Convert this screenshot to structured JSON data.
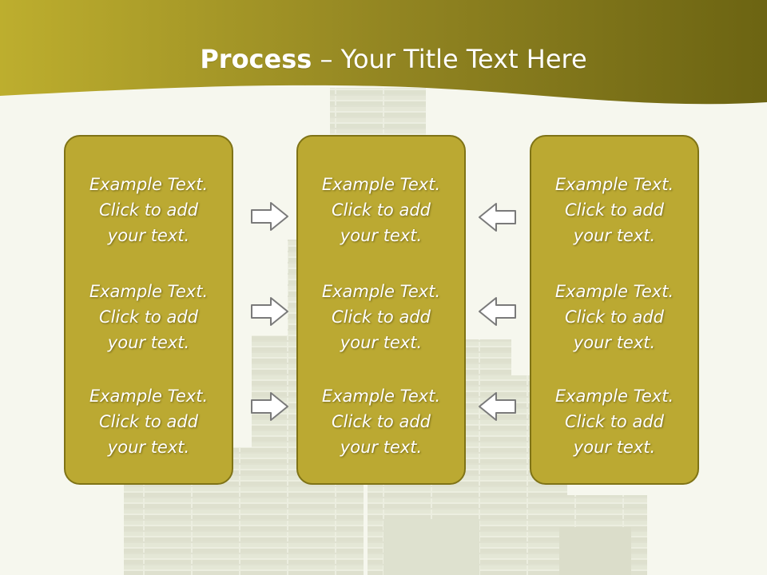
{
  "title": {
    "bold": "Process",
    "rest": " – Your Title Text Here"
  },
  "colors": {
    "header": "#857a1e",
    "box_fill": "#bba932",
    "box_border": "#7f7316",
    "background": "#f6f7ee",
    "arrow_fill": "#ffffff",
    "arrow_stroke": "#7a7a7a"
  },
  "columns": [
    {
      "id": "left",
      "items": [
        "Example Text.\nClick  to add\nyour text.",
        "Example Text.\nClick  to add\nyour text.",
        "Example Text.\nClick  to add\nyour text."
      ]
    },
    {
      "id": "center",
      "items": [
        "Example Text.\nClick  to add\nyour text.",
        "Example Text.\nClick  to add\nyour text.",
        "Example Text.\nClick  to add\nyour text."
      ]
    },
    {
      "id": "right",
      "items": [
        "Example Text.\nClick  to add\nyour text.",
        "Example Text.\nClick  to add\nyour text.",
        "Example Text.\nClick  to add\nyour text."
      ]
    }
  ],
  "arrows": {
    "left_to_center": [
      "right-arrow-icon",
      "right-arrow-icon",
      "right-arrow-icon"
    ],
    "right_to_center": [
      "left-arrow-icon",
      "left-arrow-icon",
      "left-arrow-icon"
    ]
  }
}
